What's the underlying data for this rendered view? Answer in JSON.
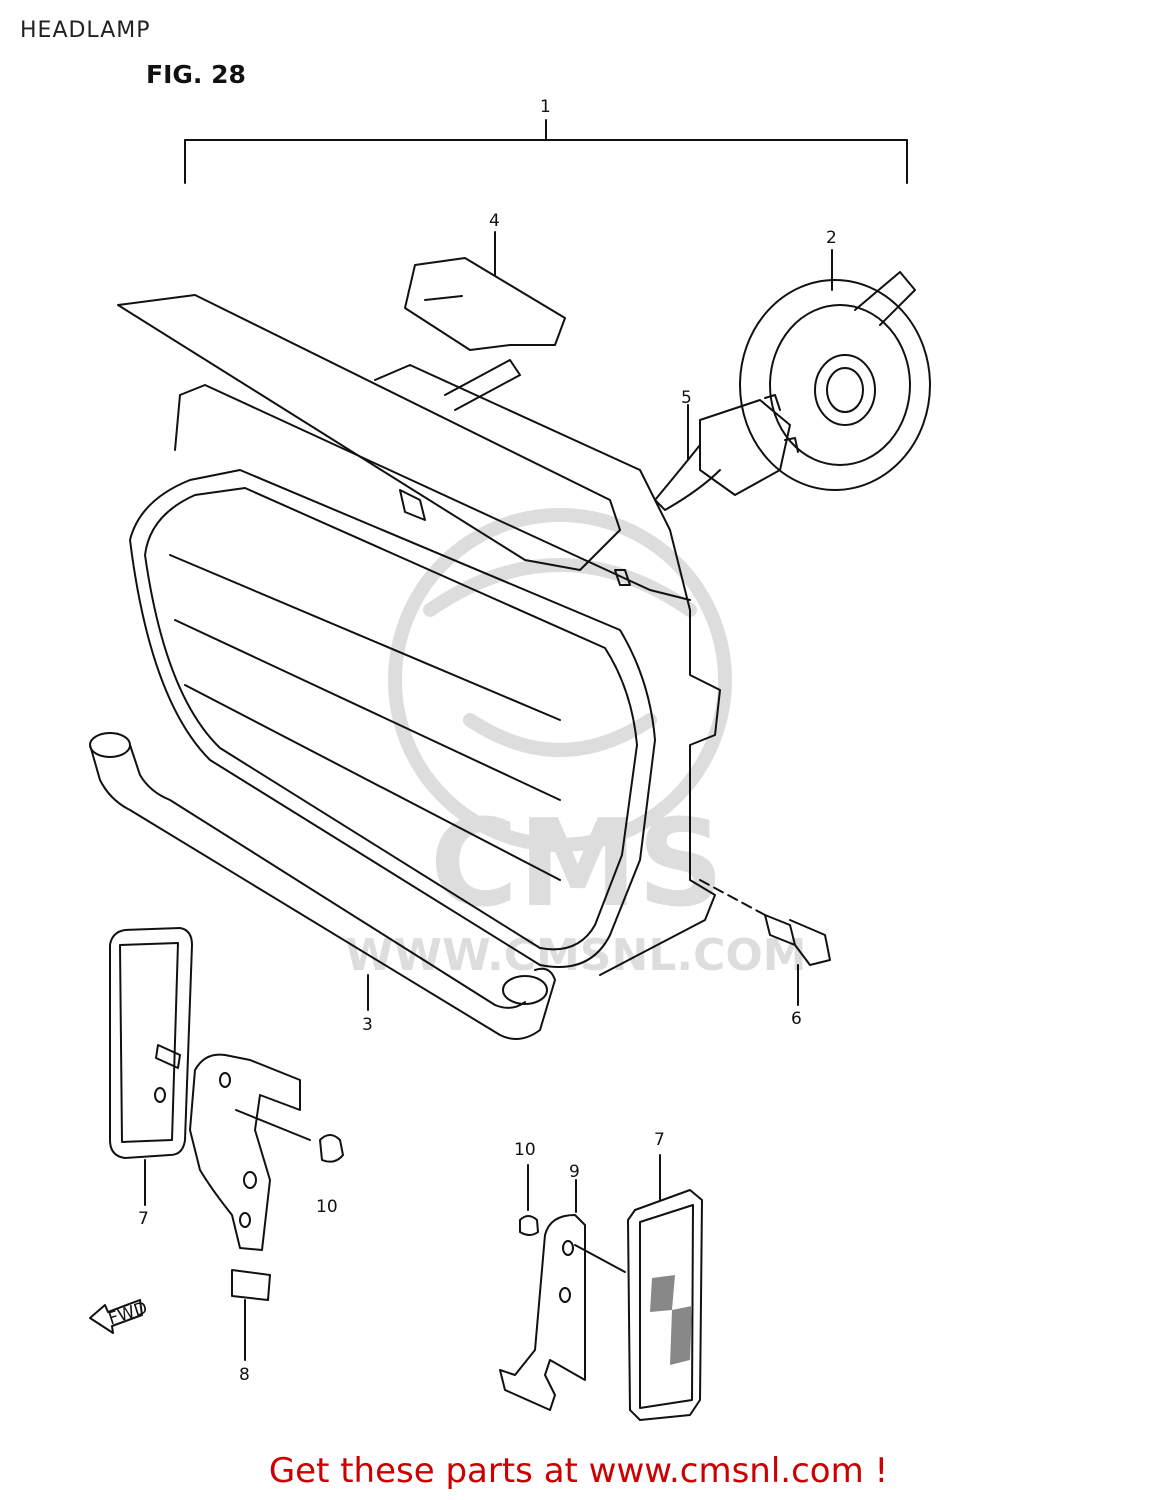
{
  "header": {
    "title": "HEADLAMP"
  },
  "figure": {
    "label": "FIG. 28"
  },
  "callouts": {
    "c1": "1",
    "c2": "2",
    "c3": "3",
    "c4": "4",
    "c5": "5",
    "c6": "6",
    "c7a": "7",
    "c7b": "7",
    "c8": "8",
    "c9": "9",
    "c10a": "10",
    "c10b": "10"
  },
  "direction": {
    "fwd": "FWD"
  },
  "watermark": {
    "brand": "CMS",
    "url": "WWW.CMSNL.COM"
  },
  "footer": {
    "link_text": "Get these parts at www.cmsnl.com !",
    "link_color": "#cc0000"
  }
}
